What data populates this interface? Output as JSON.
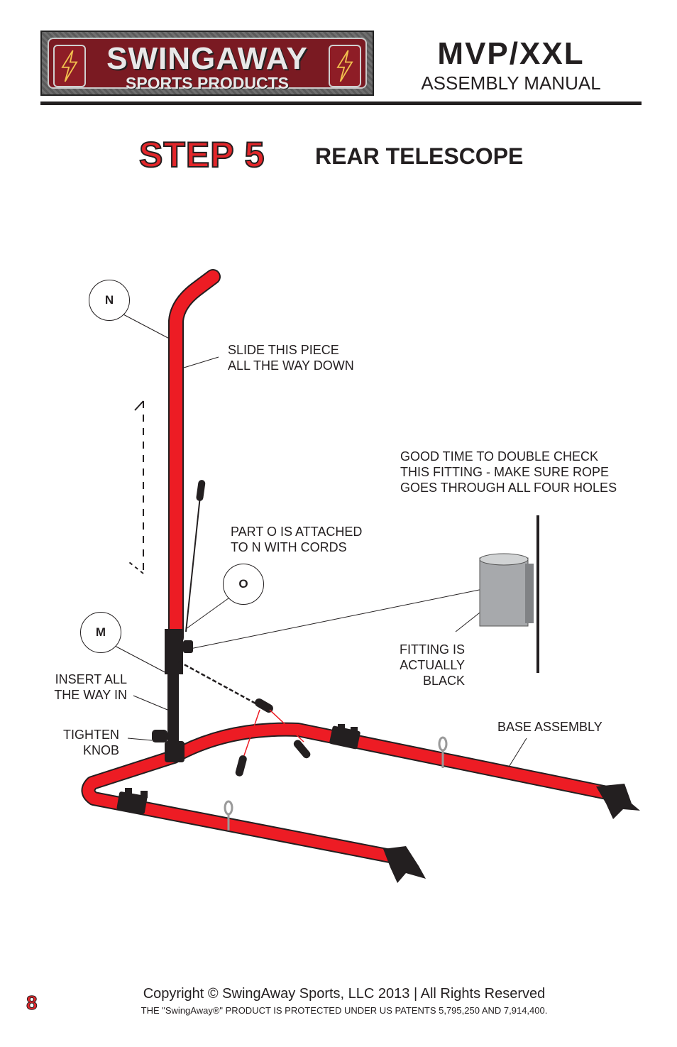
{
  "header": {
    "logo_title": "SWINGAWAY",
    "logo_subtitle": "SPORTS PRODUCTS",
    "model": "MVP/XXL",
    "manual": "ASSEMBLY MANUAL"
  },
  "step": {
    "number": "STEP 5",
    "title": "REAR TELESCOPE"
  },
  "callouts": {
    "n": "N",
    "o": "O",
    "m": "M",
    "slide": "SLIDE THIS PIECE\nALL THE WAY DOWN",
    "check": "GOOD TIME TO DOUBLE CHECK\nTHIS FITTING - MAKE SURE ROPE\nGOES THROUGH ALL FOUR HOLES",
    "part_o": "PART O IS ATTACHED\nTO N WITH CORDS",
    "fitting": "FITTING IS\nACTUALLY\nBLACK",
    "insert": "INSERT ALL\nTHE WAY IN",
    "tighten": "TIGHTEN\nKNOB",
    "base": "BASE ASSEMBLY"
  },
  "footer": {
    "page": "8",
    "copyright": "Copyright © SwingAway Sports, LLC 2013 | All Rights Reserved",
    "patent": "THE \"SwingAway®\" PRODUCT IS PROTECTED UNDER US PATENTS 5,795,250 AND 7,914,400."
  },
  "colors": {
    "tube_red": "#ed1c24",
    "brand_red": "#e3262a",
    "logo_maroon": "#7a1a22"
  }
}
